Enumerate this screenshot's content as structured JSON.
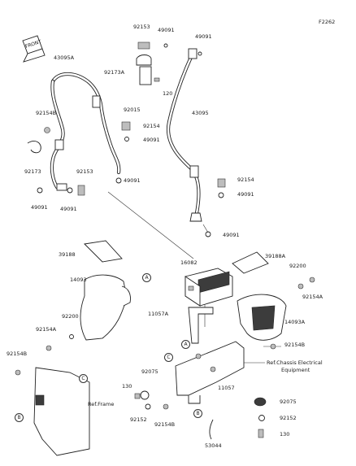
{
  "diagram": {
    "code": "F2262",
    "front_marker": "FRONT",
    "labels": {
      "p92153_top": "92153",
      "p49091_top1": "49091",
      "p49091_top2": "49091",
      "p43095A": "43095A",
      "p92173A": "92173A",
      "p120": "120",
      "p92015": "92015",
      "p43095": "43095",
      "p92154B_left": "92154B",
      "p92154_mid": "92154",
      "p49091_mid": "49091",
      "p92173": "92173",
      "p92153_left": "92153",
      "p49091_mid2": "49091",
      "p49091_l1": "49091",
      "p49091_l2": "49091",
      "p92154_right": "92154",
      "p49091_right": "49091",
      "p49091_right2": "49091",
      "p39188": "39188",
      "p16082": "16082",
      "p39188A": "39188A",
      "p92200_r": "92200",
      "p92154A_r": "92154A",
      "p14093": "14093",
      "p11057A": "11057A",
      "p14093A": "14093A",
      "p92200_l": "92200",
      "p92154A_l": "92154A",
      "p92154B_r": "92154B",
      "p92154B_far": "92154B",
      "ref_chassis_1": "Ref.Chassis Electrical",
      "ref_chassis_2": "Equipment",
      "p92075_l": "92075",
      "p11057": "11057",
      "p130_l": "130",
      "ref_frame": "Ref.Frame",
      "p92152_l": "92152",
      "p92154B_b": "92154B",
      "p92075_r": "92075",
      "p92152_r": "92152",
      "p130_r": "130",
      "p53044": "53044"
    },
    "callouts": {
      "A": "A",
      "B": "B",
      "C": "C"
    }
  }
}
